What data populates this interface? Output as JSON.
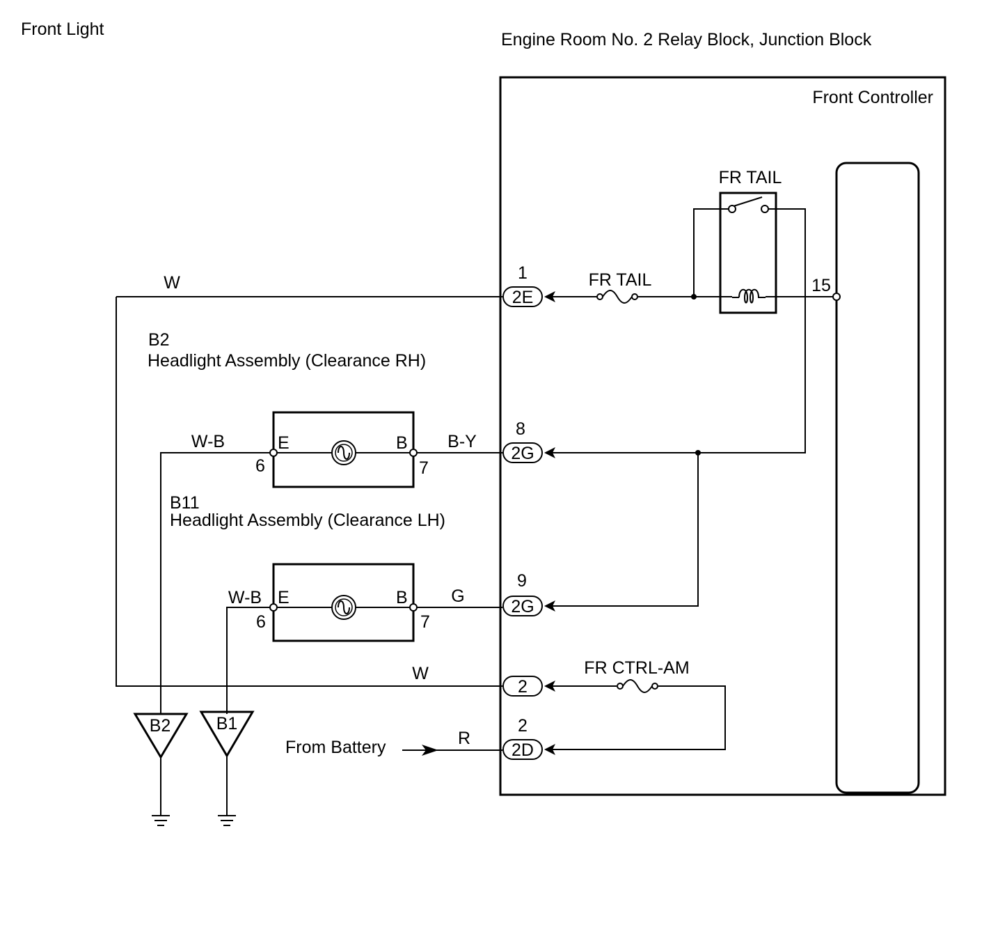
{
  "title": "Front Light",
  "relay_block_title": "Engine Room No. 2 Relay Block, Junction Block",
  "front_controller_label": "Front Controller",
  "relay": {
    "label": "FR TAIL"
  },
  "fuses": {
    "fr_tail": "FR TAIL",
    "fr_ctrl_am": "FR CTRL-AM"
  },
  "controller_pin": "15",
  "connectors": {
    "c1": {
      "pin": "1",
      "label": "2E"
    },
    "c2": {
      "pin": "8",
      "label": "2G"
    },
    "c3": {
      "pin": "9",
      "label": "2G"
    },
    "c4": {
      "pin": "",
      "label": "2"
    },
    "c5": {
      "pin": "2",
      "label": "2D"
    }
  },
  "headlight_rh": {
    "code": "B2",
    "name": "Headlight Assembly (Clearance RH)",
    "term_e": "E",
    "term_b": "B",
    "pin_e": "6",
    "pin_b": "7",
    "wire_in": "W-B",
    "wire_out": "B-Y"
  },
  "headlight_lh": {
    "code": "B11",
    "name": "Headlight Assembly (Clearance LH)",
    "term_e": "E",
    "term_b": "B",
    "pin_e": "6",
    "pin_b": "7",
    "wire_in": "W-B",
    "wire_out": "G"
  },
  "wires": {
    "top": "W",
    "bottom": "W",
    "battery": "R"
  },
  "grounds": {
    "g1": "B2",
    "g2": "B1"
  },
  "battery_label": "From Battery"
}
